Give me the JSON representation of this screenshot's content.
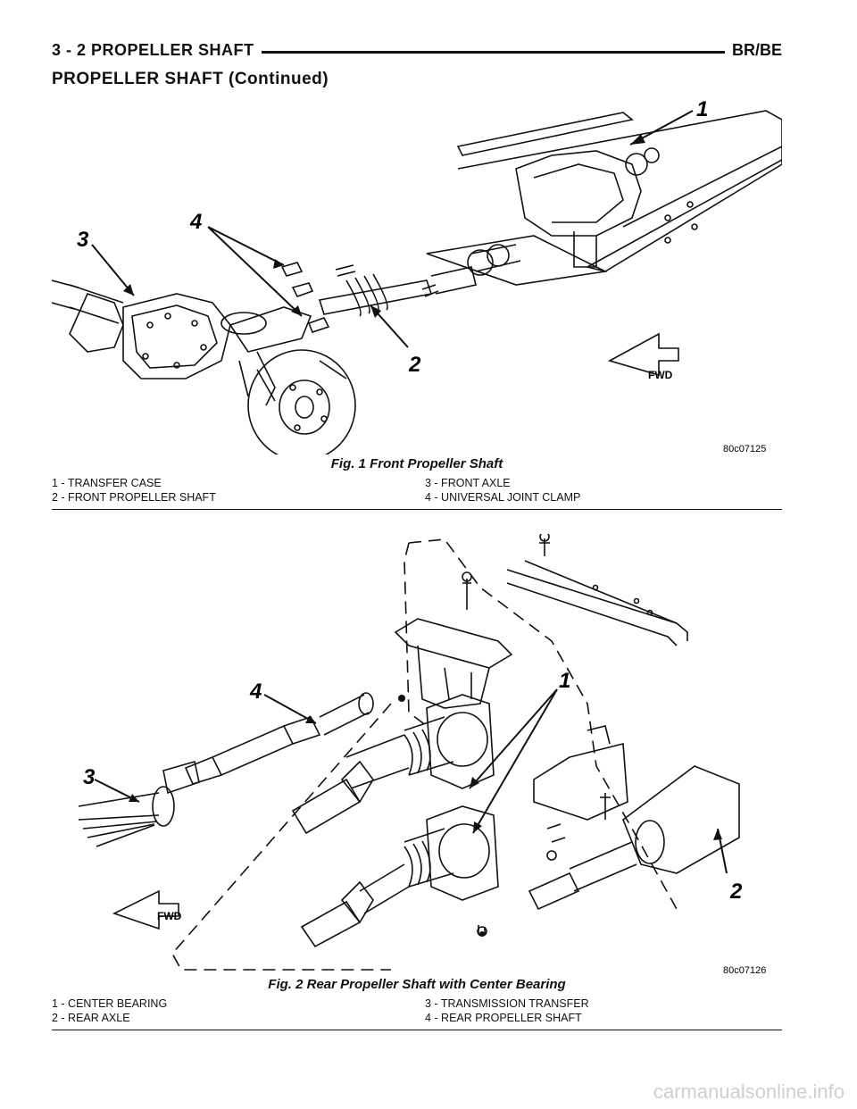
{
  "header": {
    "section": "3 - 2    PROPELLER SHAFT",
    "model": "BR/BE"
  },
  "section_title": "PROPELLER SHAFT (Continued)",
  "figures": [
    {
      "image_id": "80c07125",
      "caption": "Fig. 1 Front Propeller Shaft",
      "fwd_label": "FWD",
      "callouts": [
        "1",
        "2",
        "3",
        "4"
      ],
      "legend": [
        "1 - TRANSFER CASE",
        "3 - FRONT AXLE",
        "2 - FRONT PROPELLER SHAFT",
        "4 - UNIVERSAL JOINT CLAMP"
      ]
    },
    {
      "image_id": "80c07126",
      "caption": "Fig. 2 Rear Propeller Shaft with Center Bearing",
      "fwd_label": "FWD",
      "callouts": [
        "1",
        "2",
        "3",
        "4"
      ],
      "legend": [
        "1 - CENTER BEARING",
        "3 - TRANSMISSION TRANSFER",
        "2 - REAR AXLE",
        "4 - REAR PROPELLER SHAFT"
      ]
    }
  ],
  "watermark": "carmanualsonline.info"
}
